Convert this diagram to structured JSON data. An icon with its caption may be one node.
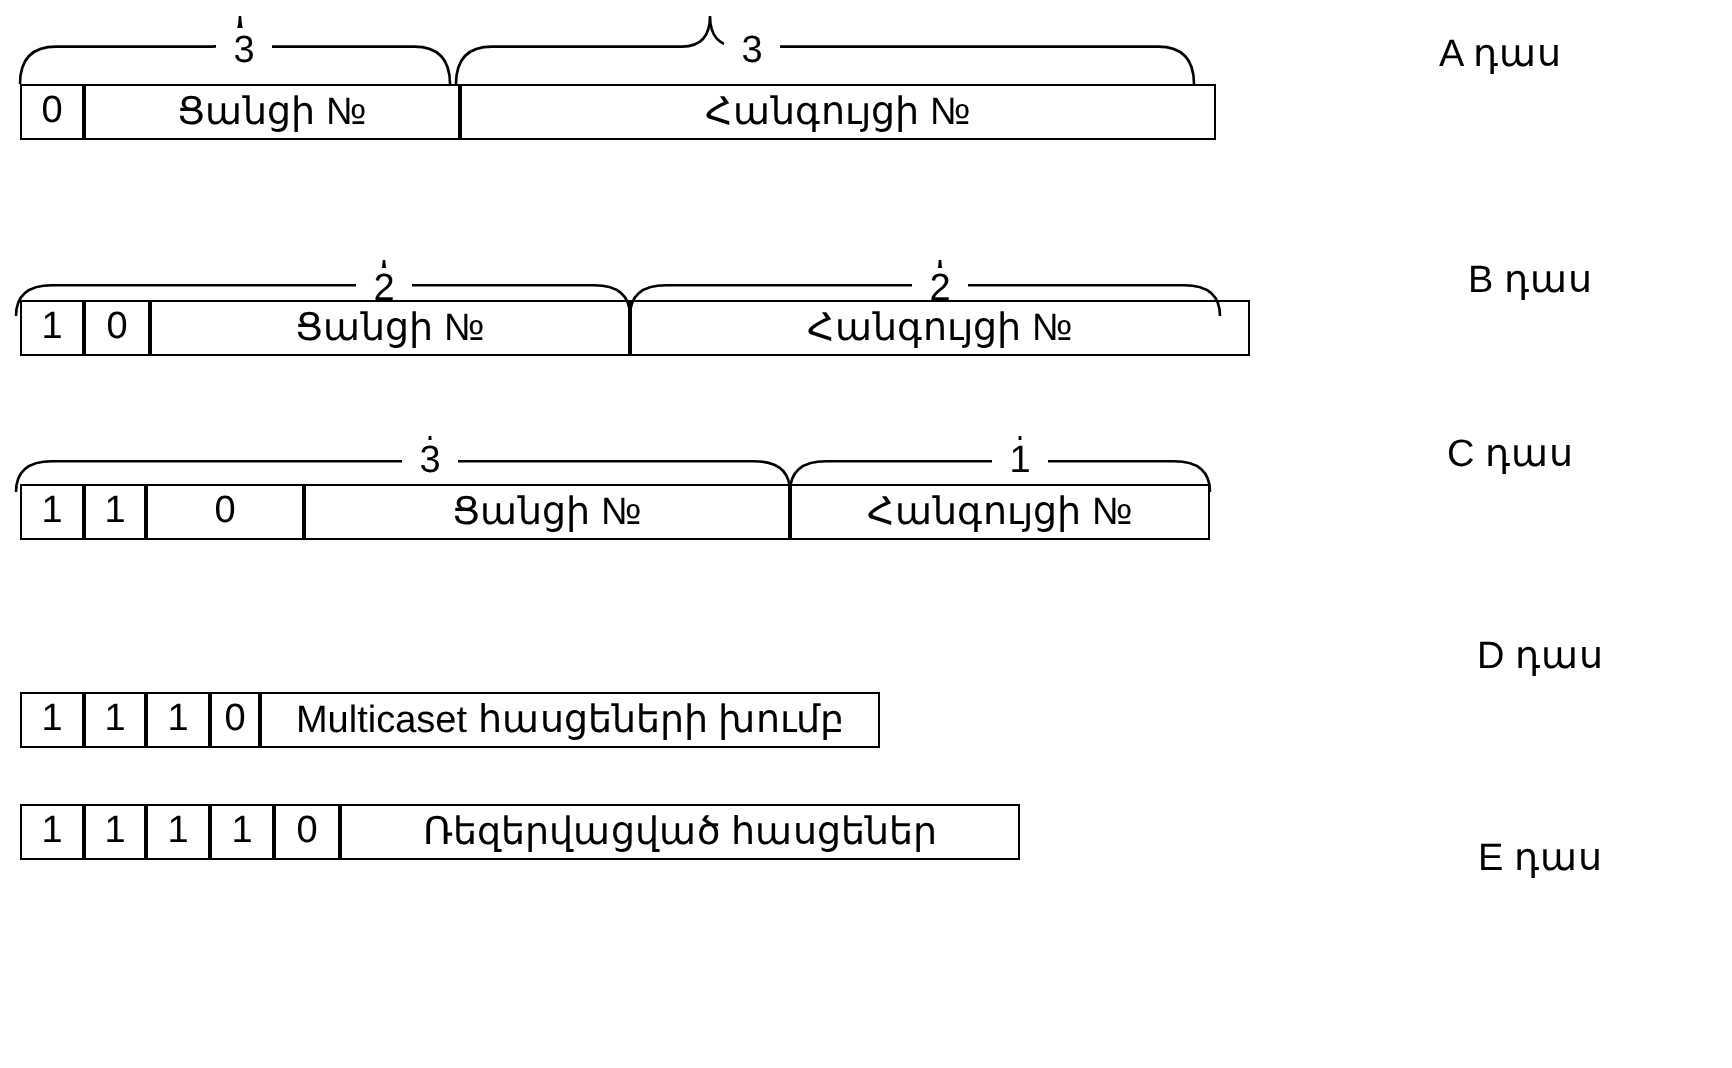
{
  "diagram": {
    "labels": [
      "3",
      "3",
      "A դաս",
      "0",
      "Ցանցի №",
      "Հանգույցի №",
      "2",
      "2",
      "B դաս",
      "1",
      "0",
      "Ցանցի №",
      "Հանգույցի №",
      "3",
      "1",
      "C դաս",
      "1",
      "1",
      "0",
      "Ցանցի №",
      "Հանգույցի №",
      "D դաս",
      "1",
      "1",
      "1",
      "0",
      "Multicaset հասցեների խումբ",
      "1",
      "1",
      "1",
      "1",
      "0",
      "Ռեզերվացված հասցեներ",
      "E դաս"
    ]
  }
}
